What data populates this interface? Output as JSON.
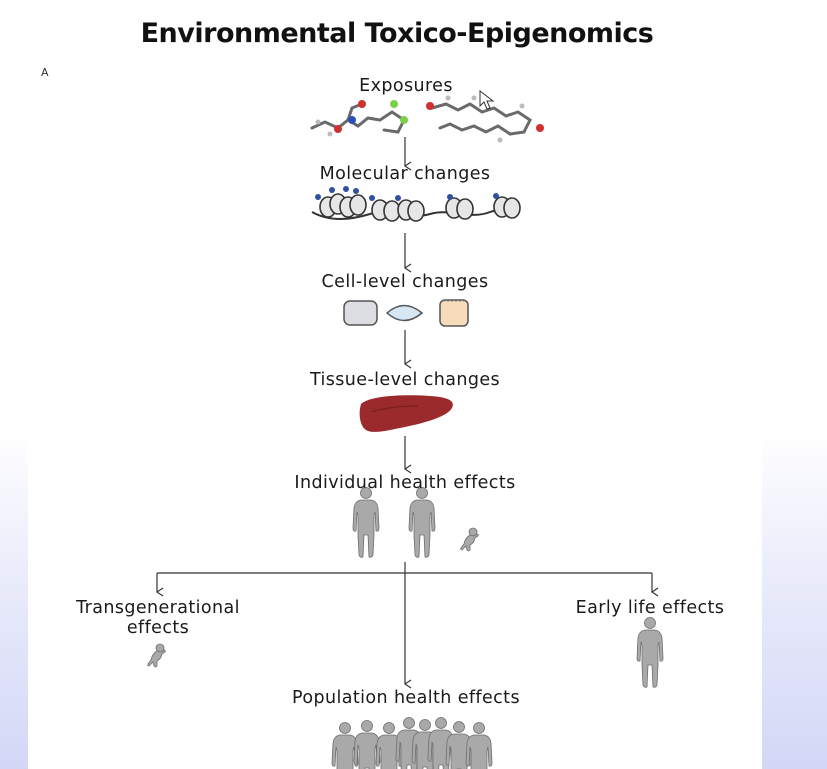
{
  "slide": {
    "title": "Environmental Toxico-Epigenomics",
    "panel_letter": "A"
  },
  "stages": {
    "exposures": "Exposures",
    "molecular": "Molecular changes",
    "cell": "Cell-level changes",
    "tissue": "Tissue-level changes",
    "individual": "Individual health effects",
    "transgenerational": "Transgenerational\neffects",
    "early_life": "Early life effects",
    "population": "Population health effects"
  },
  "colors": {
    "arrow": "#333333",
    "figure": "#a9a9a9",
    "liver": "#9b2a2c",
    "cell_gray": "#dcdde3",
    "cell_blue": "#d6e6f2",
    "cell_peach": "#f7dcbc"
  },
  "icons": [
    "molecule-icon",
    "nucleosome-icon",
    "cell-icon",
    "liver-icon",
    "human-figure-icon",
    "infant-icon",
    "cursor-icon"
  ]
}
